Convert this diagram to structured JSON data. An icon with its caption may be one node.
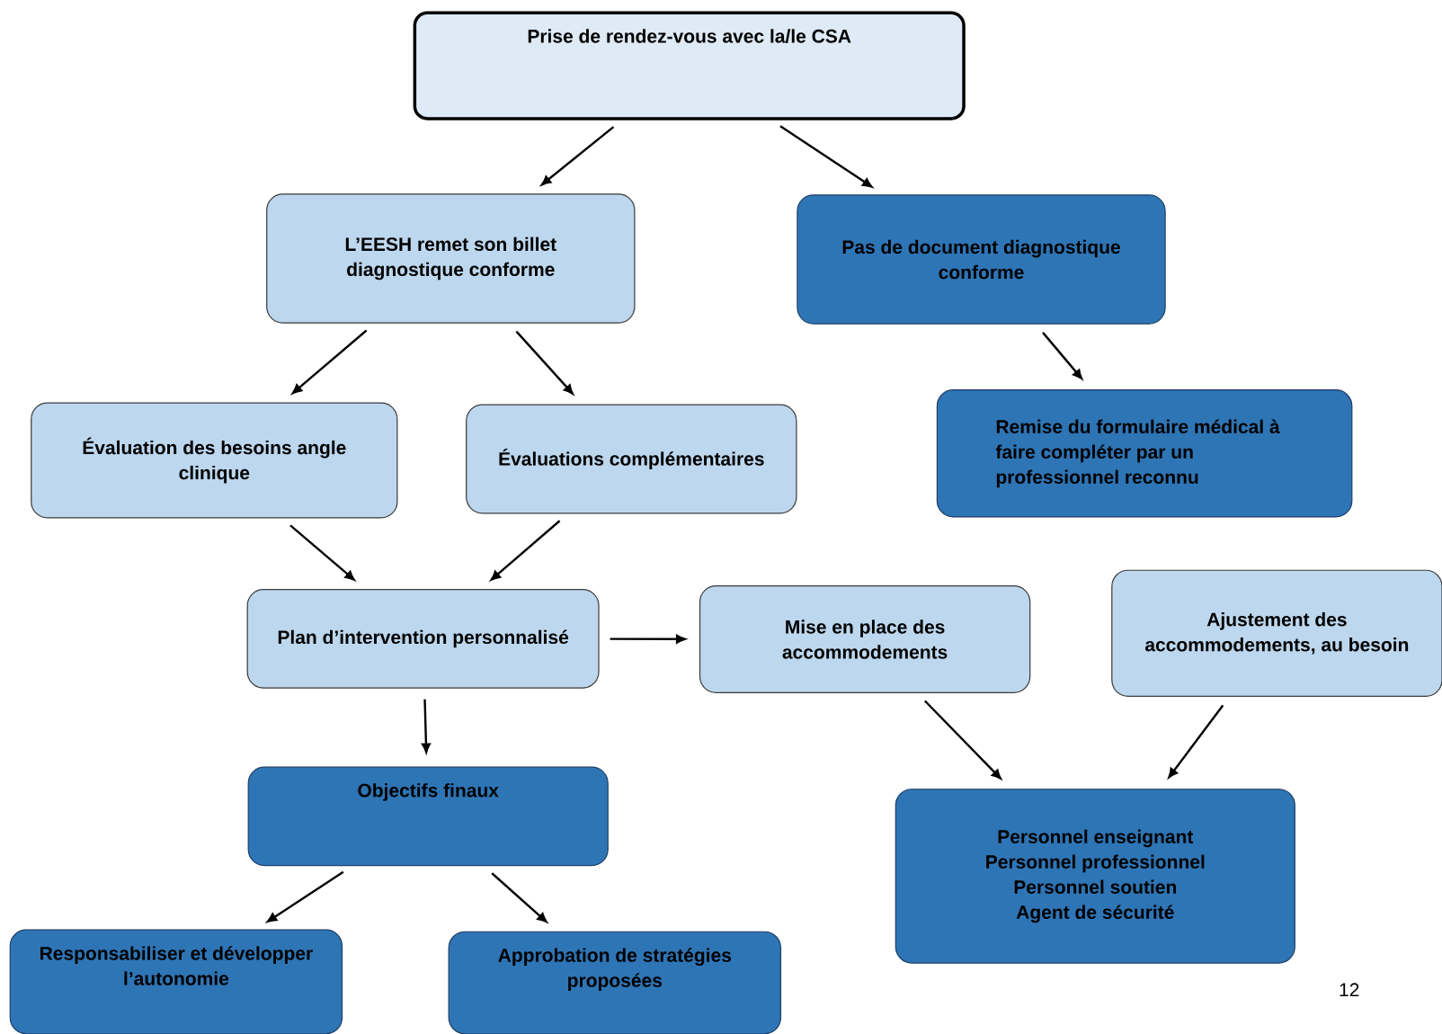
{
  "diagram": {
    "nodes": [
      {
        "text": [
          "Prise de rendez-vous avec la/le CSA"
        ]
      },
      {
        "text": [
          "L’EESH remet son billet diagnostique conforme"
        ]
      },
      {
        "text": [
          "Pas de document diagnostique conforme"
        ]
      },
      {
        "text": [
          "Évaluation des besoins angle clinique"
        ]
      },
      {
        "text": [
          "Évaluations complémentaires"
        ]
      },
      {
        "text": [
          "Remise du formulaire médical à faire compléter par un professionnel reconnu"
        ]
      },
      {
        "text": [
          "Plan d’intervention personnalisé"
        ]
      },
      {
        "text": [
          "Mise en place des accommodements"
        ]
      },
      {
        "text": [
          "Ajustement des accommodements, au besoin"
        ]
      },
      {
        "text": [
          "Objectifs finaux"
        ]
      },
      {
        "text": [
          "Personnel enseignant",
          "Personnel professionnel",
          "Personnel soutien",
          "Agent de sécurité"
        ]
      },
      {
        "text": [
          "Responsabiliser et développer l’autonomie"
        ]
      },
      {
        "text": [
          "Approbation de stratégies proposées"
        ]
      }
    ],
    "edges": [
      {
        "from": 0,
        "to": 1,
        "arrow": "to"
      },
      {
        "from": 0,
        "to": 2,
        "arrow": "to"
      },
      {
        "from": 1,
        "to": 3,
        "arrow": "to"
      },
      {
        "from": 1,
        "to": 4,
        "arrow": "to"
      },
      {
        "from": 2,
        "to": 5,
        "arrow": "to"
      },
      {
        "from": 3,
        "to": 6,
        "arrow": "to"
      },
      {
        "from": 4,
        "to": 6,
        "arrow": "to"
      },
      {
        "from": 6,
        "to": 7,
        "arrow": "to"
      },
      {
        "from": 6,
        "to": 9,
        "arrow": "to"
      },
      {
        "from": 7,
        "to": 10,
        "arrow": "to"
      },
      {
        "from": 8,
        "to": 10,
        "arrow": "to"
      },
      {
        "from": 9,
        "to": 11,
        "arrow": "to"
      },
      {
        "from": 9,
        "to": 12,
        "arrow": "to"
      }
    ],
    "labels": [
      "12"
    ]
  }
}
